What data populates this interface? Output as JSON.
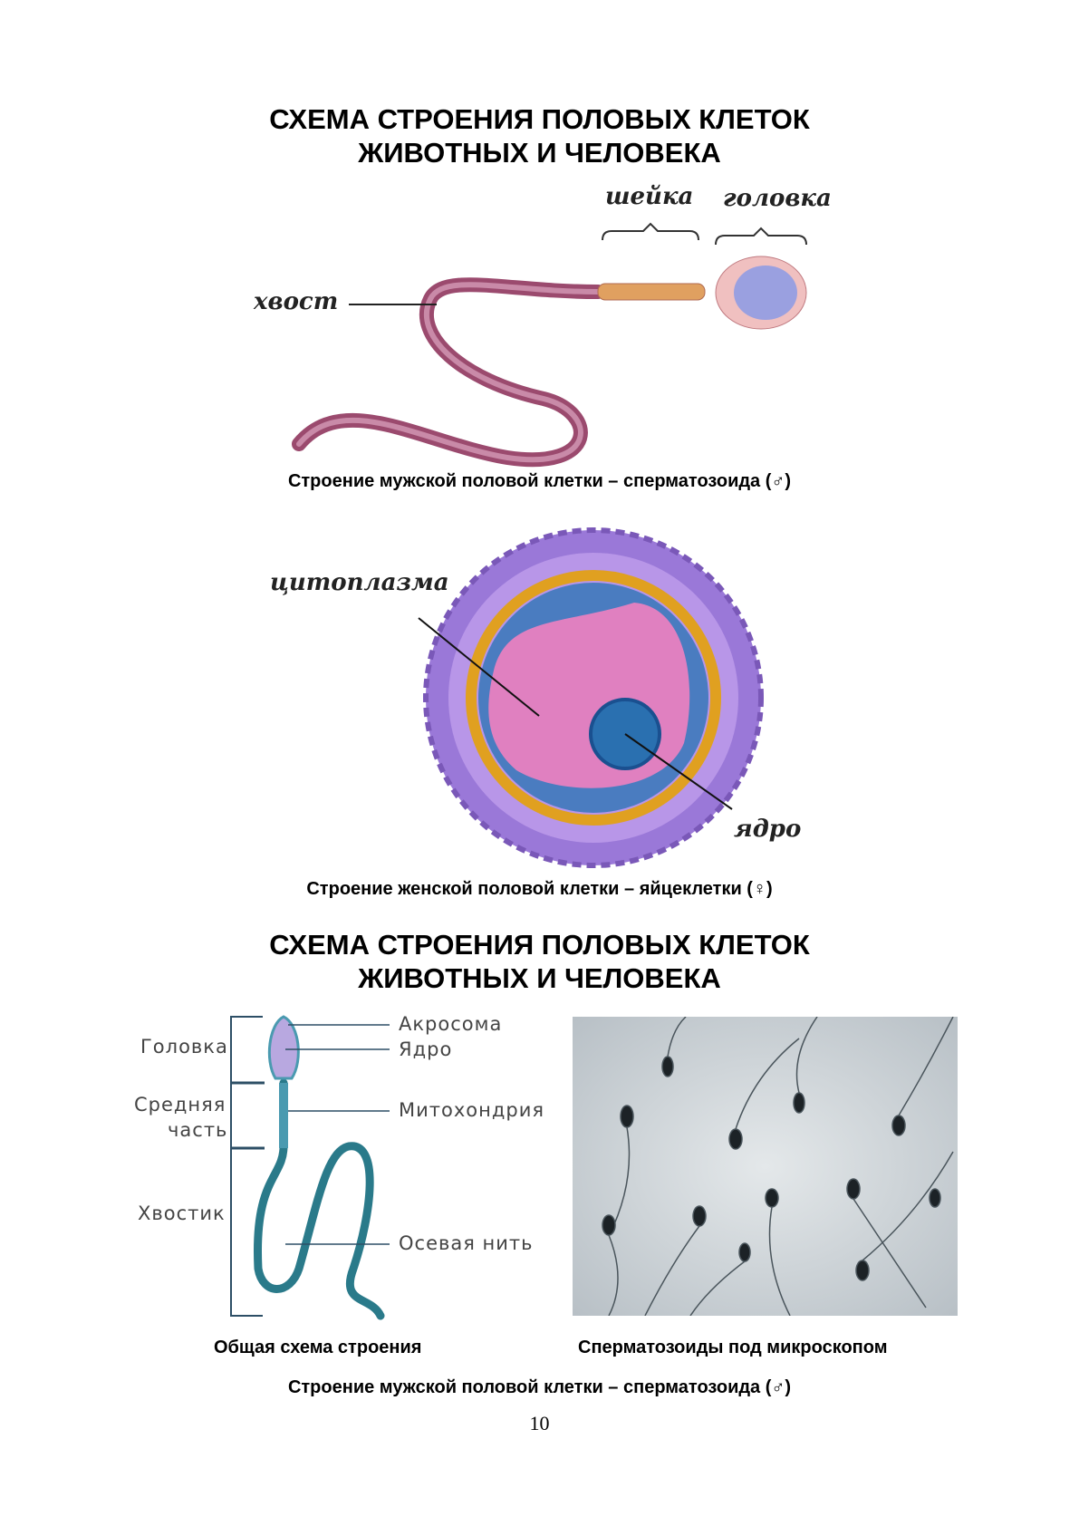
{
  "title1": {
    "line1": "СХЕМА СТРОЕНИЯ ПОЛОВЫХ КЛЕТОК",
    "line2": "ЖИВОТНЫХ И ЧЕЛОВЕКА"
  },
  "sperm_figure": {
    "labels": {
      "neck": "шейка",
      "head": "головка",
      "tail": "хвост"
    },
    "caption": "Строение мужской половой клетки – сперматозоида (♂)"
  },
  "egg_figure": {
    "labels": {
      "cytoplasm": "цитоплазма",
      "nucleus": "ядро"
    },
    "caption": "Строение женской половой клетки – яйцеклетки (♀)"
  },
  "title2": {
    "line1": "СХЕМА СТРОЕНИЯ ПОЛОВЫХ КЛЕТОК",
    "line2": "ЖИВОТНЫХ И ЧЕЛОВЕКА"
  },
  "scheme_figure": {
    "left_labels": {
      "head": "Головка",
      "middle1": "Средняя",
      "middle2": "часть",
      "tail": "Хвостик"
    },
    "right_labels": {
      "acrosome": "Акросома",
      "nucleus": "Ядро",
      "mitochondria": "Митохондрия",
      "axial": "Осевая нить"
    },
    "caption_left": "Общая схема строения",
    "caption_right": "Сперматозоиды под микроскопом",
    "caption": "Строение мужской половой клетки – сперматозоида (♂)"
  },
  "page_number": "10"
}
